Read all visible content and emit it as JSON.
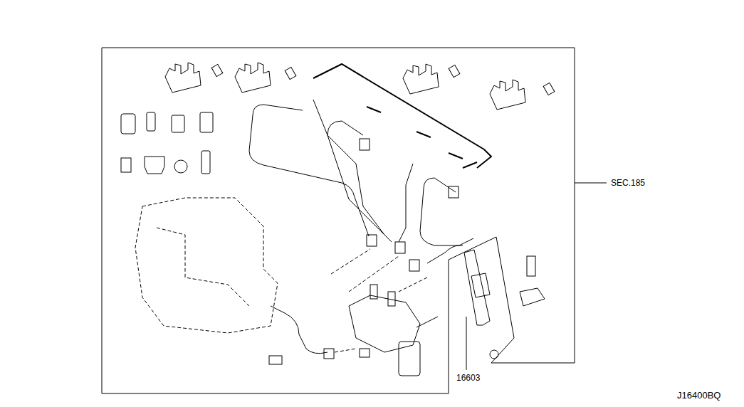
{
  "diagram": {
    "labels": [
      "SEC.185",
      "16603",
      "J16400BQ"
    ]
  }
}
